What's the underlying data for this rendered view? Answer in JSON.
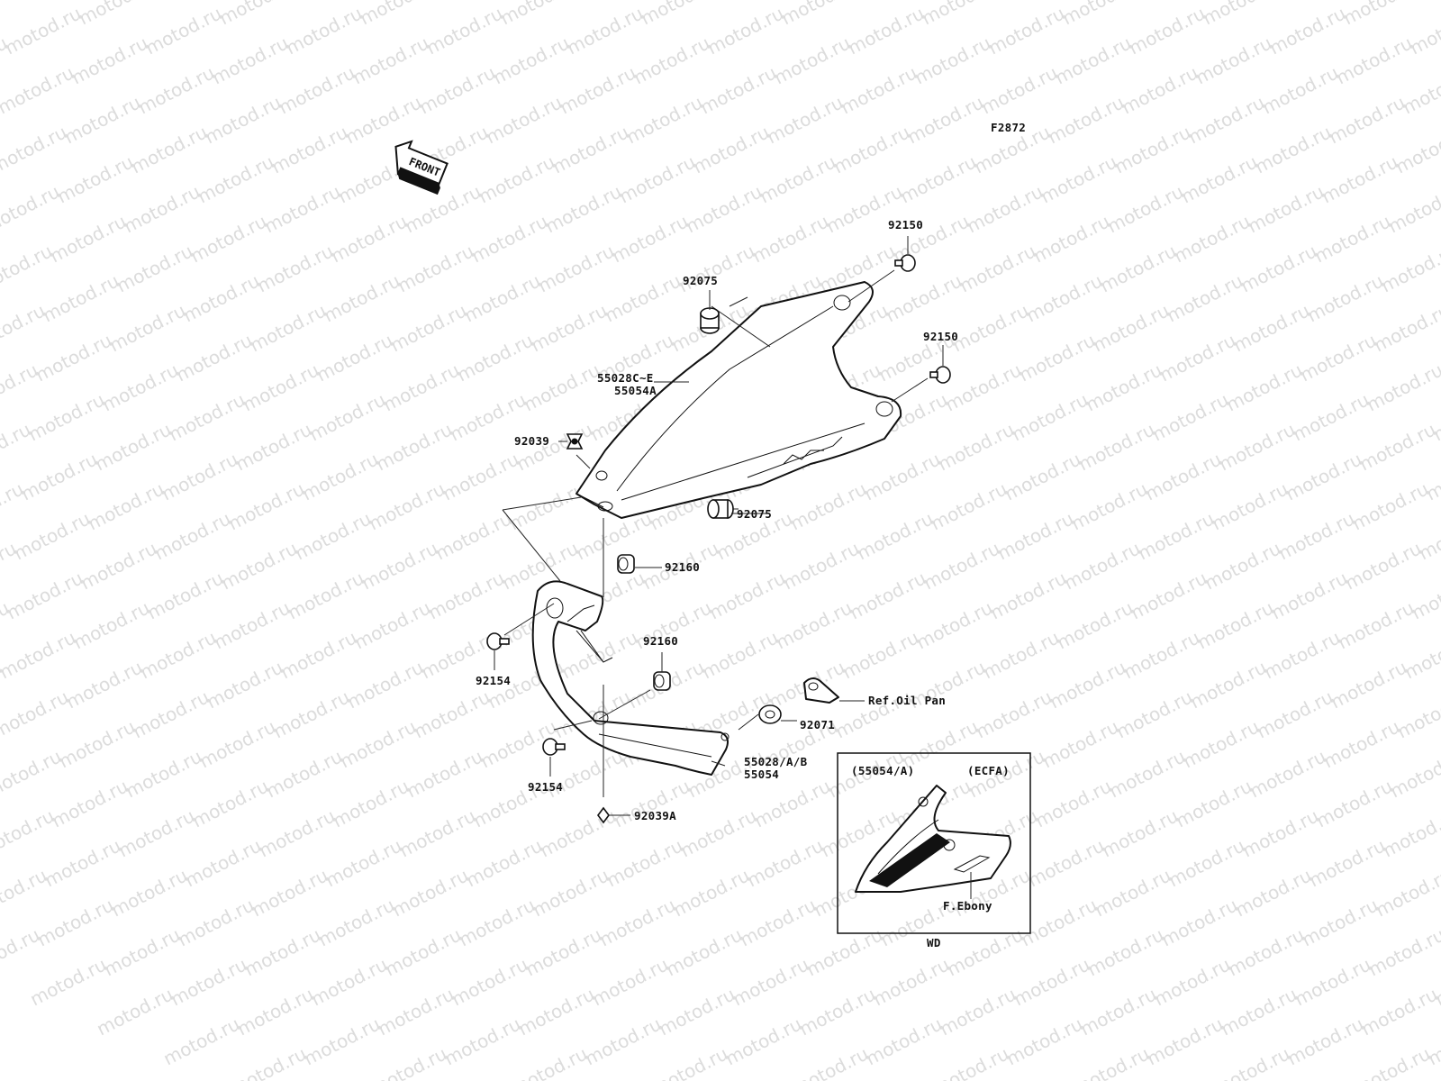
{
  "diagram": {
    "figure_code": "F2872",
    "front_arrow_text": "FRONT",
    "watermark_text": "motod.ru"
  },
  "callouts": {
    "c92150_top": "92150",
    "c92075_top": "92075",
    "c92150_mid": "92150",
    "c55028ce": "55028C~E",
    "c55054a": "55054A",
    "c92039": "92039",
    "c92075_bot": "92075",
    "c92160_top": "92160",
    "c92160_mid": "92160",
    "c92154_left": "92154",
    "c92154_bot": "92154",
    "c_ref_oil_pan": "Ref.Oil Pan",
    "c92071": "92071",
    "c55028ab": "55028/A/B",
    "c55054": "55054",
    "c92039a": "92039A"
  },
  "inset": {
    "title_left": "(55054/A)",
    "title_right": "(ECFA)",
    "label": "F.Ebony",
    "region": "WD"
  }
}
